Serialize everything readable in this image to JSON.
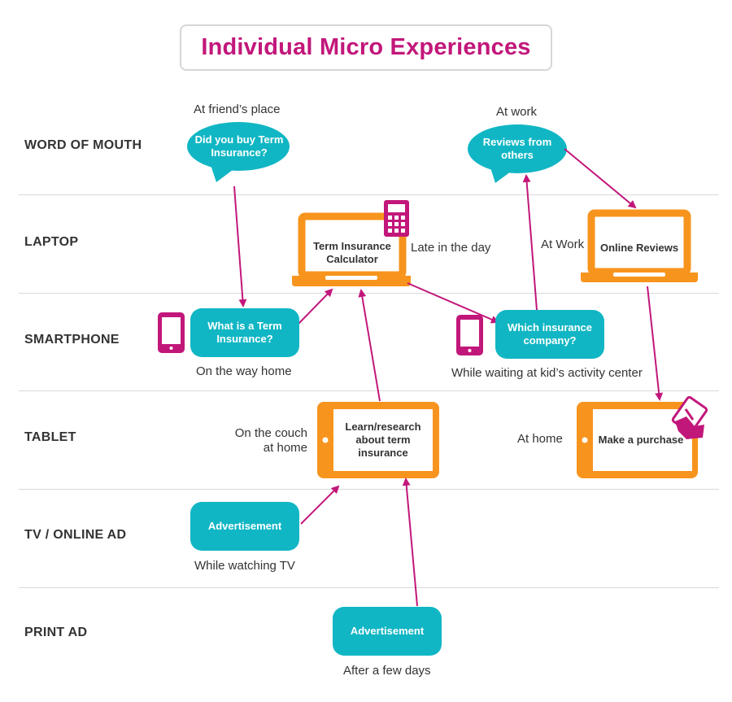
{
  "title": "Individual Micro Experiences",
  "rows": [
    "WORD OF MOUTH",
    "LAPTOP",
    "SMARTPHONE",
    "TABLET",
    "TV / ONLINE AD",
    "PRINT AD"
  ],
  "nodes": {
    "friend_bubble": {
      "text": "Did you buy Term Insurance?",
      "context": "At friend’s place"
    },
    "reviews_bubble": {
      "text": "Reviews from others",
      "context": "At work"
    },
    "calculator_laptop": {
      "text": "Term Insurance Calculator",
      "context": "Late in the day"
    },
    "online_reviews_laptop": {
      "text": "Online Reviews",
      "context": "At Work"
    },
    "what_is_phone": {
      "text": "What is a Term Insurance?",
      "context": "On the way home"
    },
    "which_company_phone": {
      "text": "Which insurance company?",
      "context": "While waiting at kid’s activity center"
    },
    "learn_tablet": {
      "text": "Learn/research about term insurance",
      "context": "On the couch at home"
    },
    "purchase_tablet": {
      "text": "Make a purchase",
      "context": "At home"
    },
    "tv_ad": {
      "text": "Advertisement",
      "context": "While watching TV"
    },
    "print_ad": {
      "text": "Advertisement",
      "context": "After a few days"
    }
  },
  "colors": {
    "title": "#c2177a",
    "teal": "#11b6c4",
    "orange": "#f7941d",
    "magenta": "#c2177a",
    "arrow": "#c2177a",
    "divider": "#d9d9d9"
  },
  "icons": [
    "speech-bubble",
    "laptop",
    "calculator",
    "smartphone",
    "tablet",
    "hand-card"
  ]
}
